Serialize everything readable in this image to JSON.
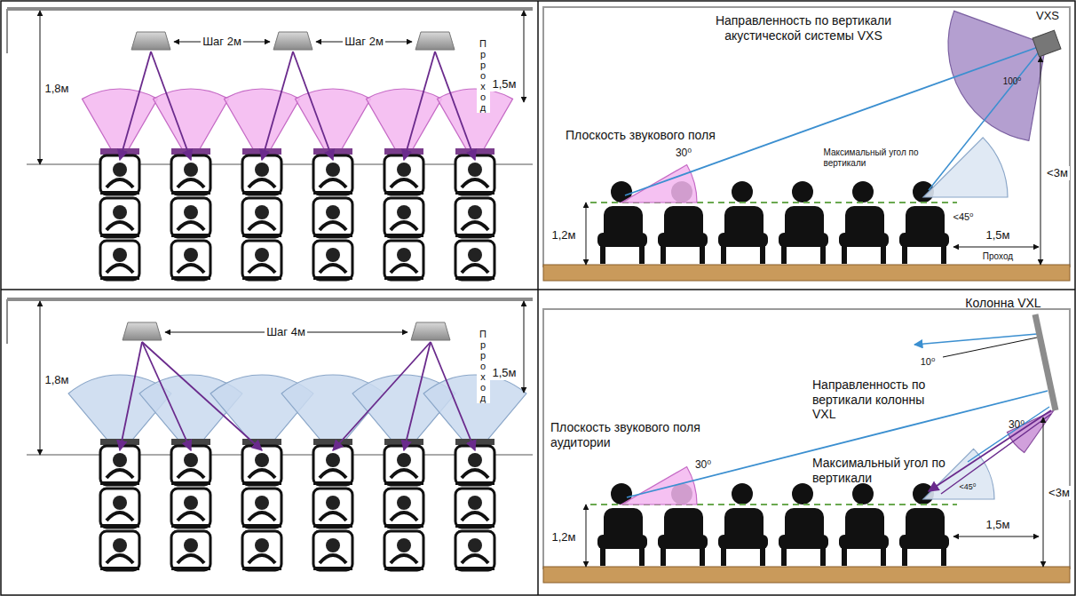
{
  "diagram": {
    "labels": [
      "Шаг 2м",
      "Шаг 2м",
      "1,8м",
      "1,5м",
      "Прроход",
      "Направленность по вертикали акустической системы VXS",
      "VXS",
      "100⁰",
      "Плоскость звукового поля",
      "30⁰",
      "Максимальный угол по вертикали",
      "<45⁰",
      "1,2м",
      "1,5м",
      "Проход",
      "<3м",
      "Шаг 4м",
      "1,8м",
      "1,5м",
      "Прроход",
      "Колонна VXL",
      "10⁰",
      "Направленность по вертикали колонны VXL",
      "Плоскость звукового поля аудитории",
      "30⁰",
      "30⁰",
      "Максимальный угол по вертикали",
      "<45⁰",
      "<3м",
      "1,2м",
      "1,5м"
    ]
  }
}
